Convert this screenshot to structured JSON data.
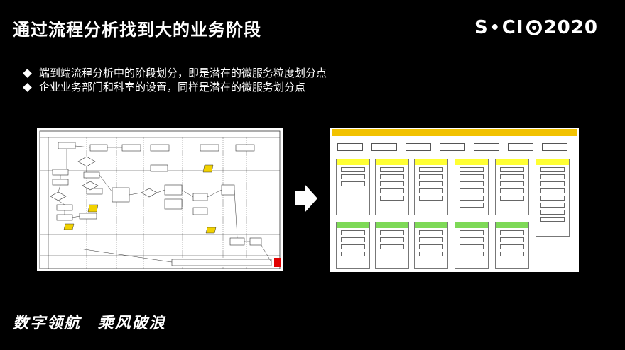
{
  "slide": {
    "title": "通过流程分析找到大的业务阶段",
    "logo": {
      "s": "S",
      "c": "C",
      "i": "I",
      "year": "2020"
    },
    "bullets": [
      "端到端流程分析中的阶段划分，即是潜在的微服务粒度划分点",
      "企业业务部门和科室的设置，同样是潜在的微服务划分点"
    ],
    "footer": {
      "left": "数字领航",
      "right": "乘风破浪"
    }
  },
  "colors": {
    "background": "#000000",
    "header_yellow": "#f2c200",
    "module_yellow": "#ffff33",
    "module_green": "#7ed957",
    "flag_red": "#e00000"
  },
  "icons": {
    "arrow": "right-arrow-icon",
    "bullet": "diamond-bullet-icon"
  }
}
